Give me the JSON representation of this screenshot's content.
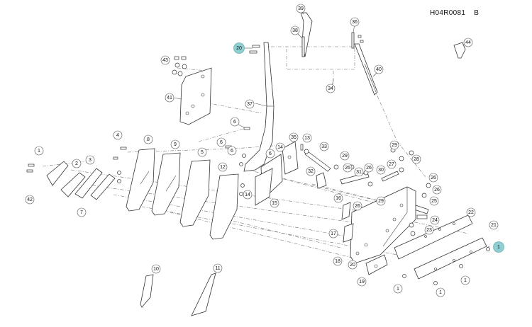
{
  "drawing_ref": "H04R0081",
  "revision": "B",
  "highlight_color": "#8fcfd1",
  "callouts": [
    {
      "id": "c39",
      "label": "39",
      "highlighted": false
    },
    {
      "id": "c36",
      "label": "36",
      "highlighted": false
    },
    {
      "id": "c38",
      "label": "38",
      "highlighted": false
    },
    {
      "id": "c20",
      "label": "20",
      "highlighted": true
    },
    {
      "id": "c44",
      "label": "44",
      "highlighted": false
    },
    {
      "id": "c43",
      "label": "43",
      "highlighted": false
    },
    {
      "id": "c40",
      "label": "40",
      "highlighted": false
    },
    {
      "id": "c34",
      "label": "34",
      "highlighted": false
    },
    {
      "id": "c41",
      "label": "41",
      "highlighted": false
    },
    {
      "id": "c37",
      "label": "37",
      "highlighted": false
    },
    {
      "id": "c6a",
      "label": "6",
      "highlighted": false
    },
    {
      "id": "c35",
      "label": "35",
      "highlighted": false
    },
    {
      "id": "c13",
      "label": "13",
      "highlighted": false
    },
    {
      "id": "c29a",
      "label": "29",
      "highlighted": false
    },
    {
      "id": "c4",
      "label": "4",
      "highlighted": false
    },
    {
      "id": "c8",
      "label": "8",
      "highlighted": false
    },
    {
      "id": "c9",
      "label": "9",
      "highlighted": false
    },
    {
      "id": "c6b",
      "label": "6",
      "highlighted": false
    },
    {
      "id": "c14",
      "label": "14",
      "highlighted": false
    },
    {
      "id": "c33",
      "label": "33",
      "highlighted": false
    },
    {
      "id": "c28",
      "label": "28",
      "highlighted": false
    },
    {
      "id": "c1a",
      "label": "1",
      "highlighted": false
    },
    {
      "id": "c5",
      "label": "5",
      "highlighted": false
    },
    {
      "id": "c6c",
      "label": "6",
      "highlighted": false
    },
    {
      "id": "c29b",
      "label": "29",
      "highlighted": false
    },
    {
      "id": "c27",
      "label": "27",
      "highlighted": false
    },
    {
      "id": "c3",
      "label": "3",
      "highlighted": false
    },
    {
      "id": "c2",
      "label": "2",
      "highlighted": false
    },
    {
      "id": "c12",
      "label": "12",
      "highlighted": false
    },
    {
      "id": "c6d",
      "label": "6",
      "highlighted": false
    },
    {
      "id": "c32",
      "label": "32",
      "highlighted": false
    },
    {
      "id": "c26a",
      "label": "26",
      "highlighted": false
    },
    {
      "id": "c31",
      "label": "31",
      "highlighted": false
    },
    {
      "id": "c26b",
      "label": "26",
      "highlighted": false
    },
    {
      "id": "c30",
      "label": "30",
      "highlighted": false
    },
    {
      "id": "c26c",
      "label": "26",
      "highlighted": false
    },
    {
      "id": "c42",
      "label": "42",
      "highlighted": false
    },
    {
      "id": "c14b",
      "label": "14",
      "highlighted": false
    },
    {
      "id": "c26d",
      "label": "26",
      "highlighted": false
    },
    {
      "id": "c16",
      "label": "16",
      "highlighted": false
    },
    {
      "id": "c29c",
      "label": "29",
      "highlighted": false
    },
    {
      "id": "c25",
      "label": "25",
      "highlighted": false
    },
    {
      "id": "c7",
      "label": "7",
      "highlighted": false
    },
    {
      "id": "c15",
      "label": "15",
      "highlighted": false
    },
    {
      "id": "c26e",
      "label": "26",
      "highlighted": false
    },
    {
      "id": "c22",
      "label": "22",
      "highlighted": false
    },
    {
      "id": "c24",
      "label": "24",
      "highlighted": false
    },
    {
      "id": "c21",
      "label": "21",
      "highlighted": false
    },
    {
      "id": "c17",
      "label": "17",
      "highlighted": false
    },
    {
      "id": "c23",
      "label": "23",
      "highlighted": false
    },
    {
      "id": "c1b",
      "label": "1",
      "highlighted": true
    },
    {
      "id": "c18",
      "label": "18",
      "highlighted": false
    },
    {
      "id": "c20b",
      "label": "20",
      "highlighted": false
    },
    {
      "id": "c10",
      "label": "10",
      "highlighted": false
    },
    {
      "id": "c11",
      "label": "11",
      "highlighted": false
    },
    {
      "id": "c19",
      "label": "19",
      "highlighted": false
    },
    {
      "id": "c1c",
      "label": "1",
      "highlighted": false
    },
    {
      "id": "c1d",
      "label": "1",
      "highlighted": false
    },
    {
      "id": "c1e",
      "label": "1",
      "highlighted": false
    }
  ]
}
